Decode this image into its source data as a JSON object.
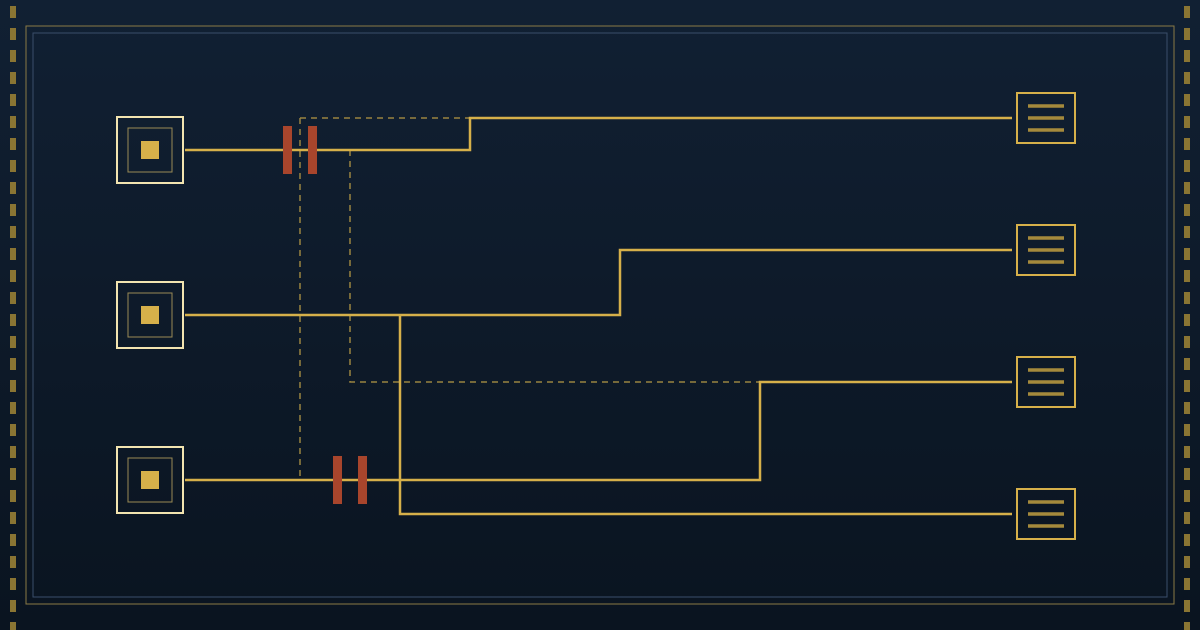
{
  "colors": {
    "background_top": "#112033",
    "background_bottom": "#0a1420",
    "frame_outer": "#8a7a45",
    "frame_inner": "#3a4e6a",
    "wire": "#d6b04a",
    "wire_dashed": "#9a8440",
    "capacitor": "#a8452c",
    "source_border": "#f2e4b0",
    "source_inner_border": "#9a8a55",
    "source_core": "#d6b04a",
    "terminal_border": "#d6b04a",
    "terminal_lines": "#a58a3c",
    "edge_dash": "#8a7533"
  },
  "diagram": {
    "sources": [
      {
        "id": "source-1",
        "icon": "chip-square-icon"
      },
      {
        "id": "source-2",
        "icon": "chip-square-icon"
      },
      {
        "id": "source-3",
        "icon": "chip-square-icon"
      }
    ],
    "terminals": [
      {
        "id": "terminal-1",
        "icon": "menu-lines-icon"
      },
      {
        "id": "terminal-2",
        "icon": "menu-lines-icon"
      },
      {
        "id": "terminal-3",
        "icon": "menu-lines-icon"
      },
      {
        "id": "terminal-4",
        "icon": "menu-lines-icon"
      }
    ],
    "capacitors": [
      {
        "id": "capacitor-1",
        "icon": "capacitor-icon"
      },
      {
        "id": "capacitor-2",
        "icon": "capacitor-icon"
      }
    ]
  }
}
